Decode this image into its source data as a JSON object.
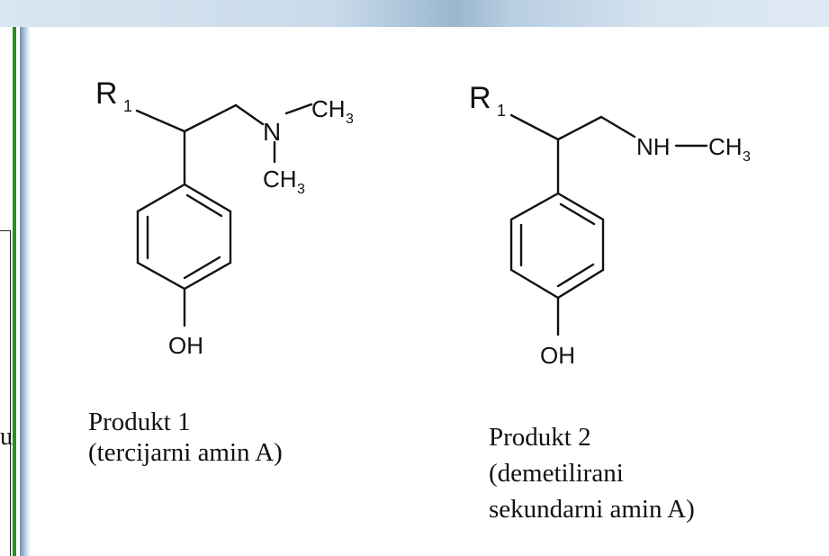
{
  "left_panel": {
    "partial_char": "u"
  },
  "molecule1": {
    "r_group": "R",
    "r_sub": "1",
    "n_label": "N",
    "ch": "CH",
    "sub3": "3",
    "oh": "OH"
  },
  "molecule2": {
    "r_group": "R",
    "r_sub": "1",
    "nh_label": "NH",
    "ch": "CH",
    "sub3": "3",
    "oh": "OH"
  },
  "captions": {
    "product1": {
      "line1": "Produkt 1",
      "line2": "(tercijarni amin A)"
    },
    "product2": {
      "line1": "Produkt 2",
      "line2": "(demetilirani",
      "line3": "sekundarni amin A)"
    }
  }
}
